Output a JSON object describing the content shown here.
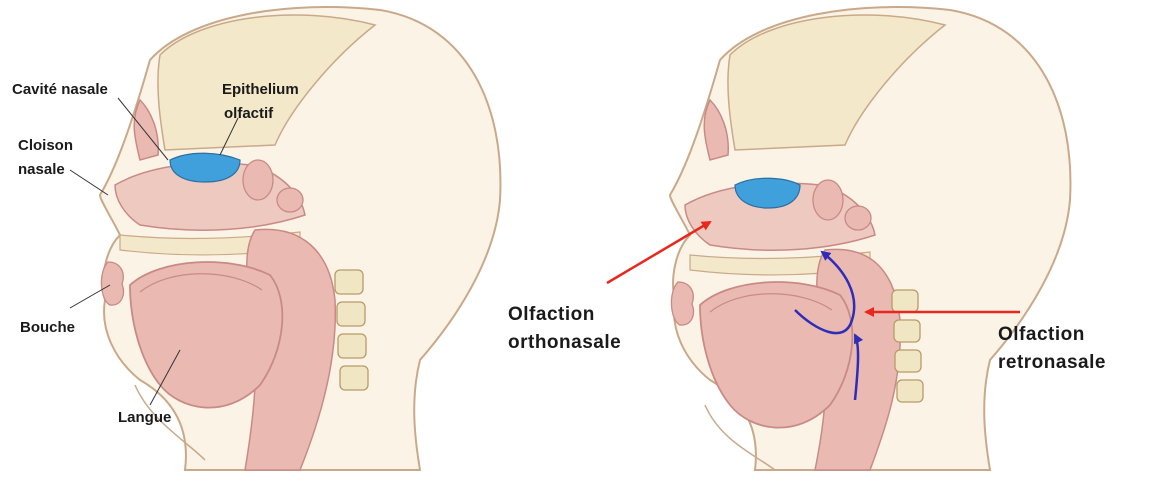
{
  "left_panel": {
    "labels": {
      "nasal_cavity": "Cavité nasale",
      "olfactory_epithelium_line1": "Epithelium",
      "olfactory_epithelium_line2": "olfactif",
      "septum_line1": "Cloison",
      "septum_line2": "nasale",
      "mouth": "Bouche",
      "tongue": "Langue"
    }
  },
  "right_panel": {
    "labels": {
      "orthonasal_line1": "Olfaction",
      "orthonasal_line2": "orthonasale",
      "retronasal_line1": "Olfaction",
      "retronasal_line2": "retronasale"
    }
  },
  "colors": {
    "skin_outline": "#c9a98a",
    "skin_fill": "#fbf4e6",
    "skull_fill": "#f3e8c9",
    "tissue_fill": "#e9b9b2",
    "tissue_dark": "#c98a86",
    "epithelium_blue": "#3fa0dc",
    "vertebra_fill": "#f1e6c4",
    "orthonasal_arrow": "#e8281e",
    "retronasal_arrow": "#e8281e",
    "airflow_arrow": "#2d2db8",
    "leader_line": "#333333"
  }
}
